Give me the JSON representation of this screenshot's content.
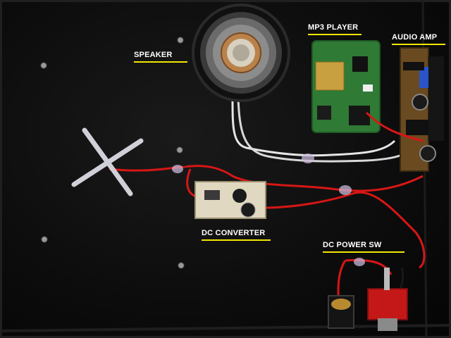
{
  "labels": {
    "speaker": "SPEAKER",
    "mp3_player": "MP3 PLAYER",
    "audio_amp": "AUDIO AMP",
    "dc_converter": "DC CONVERTER",
    "dc_power_sw": "DC POWER SW"
  },
  "colors": {
    "label_underline": "#f2e600",
    "label_text": "#ffffff",
    "enclosure": "#0c0c0c",
    "pcb_green": "#2f7a35",
    "wire_red": "#d81616",
    "wire_white": "#e6e6e6",
    "switch_red": "#c41818"
  }
}
